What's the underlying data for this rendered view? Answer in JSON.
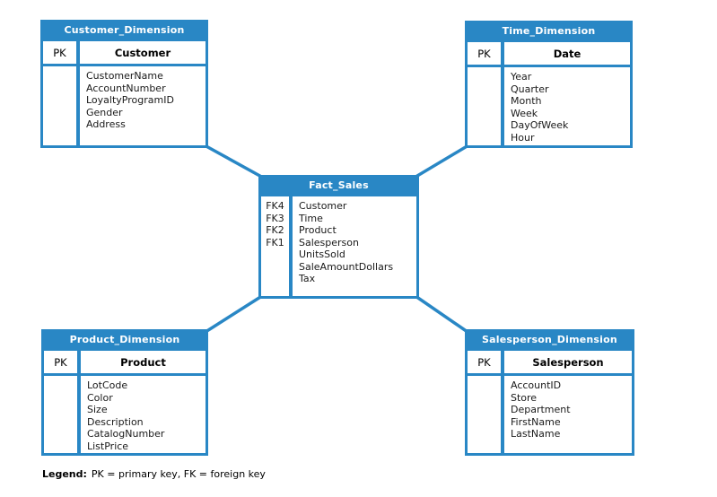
{
  "diagram": {
    "colors": {
      "accent": "#2987C5",
      "text": "#1A1A1A",
      "background": "#FFFFFF"
    },
    "tables": {
      "customer": {
        "title": "Customer_Dimension",
        "pk_label": "PK",
        "key_name": "Customer",
        "attributes": [
          "CustomerName",
          "AccountNumber",
          "LoyaltyProgramID",
          "Gender",
          "Address"
        ]
      },
      "time": {
        "title": "Time_Dimension",
        "pk_label": "PK",
        "key_name": "Date",
        "attributes": [
          "Year",
          "Quarter",
          "Month",
          "Week",
          "DayOfWeek",
          "Hour"
        ]
      },
      "fact": {
        "title": "Fact_Sales",
        "fk_labels": [
          "FK4",
          "FK3",
          "FK2",
          "FK1"
        ],
        "attributes": [
          "Customer",
          "Time",
          "Product",
          "Salesperson",
          "UnitsSold",
          "SaleAmountDollars",
          "Tax"
        ]
      },
      "product": {
        "title": "Product_Dimension",
        "pk_label": "PK",
        "key_name": "Product",
        "attributes": [
          "LotCode",
          "Color",
          "Size",
          "Description",
          "CatalogNumber",
          "ListPrice"
        ]
      },
      "salesperson": {
        "title": "Salesperson_Dimension",
        "pk_label": "PK",
        "key_name": "Salesperson",
        "attributes": [
          "AccountID",
          "Store",
          "Department",
          "FirstName",
          "LastName"
        ]
      }
    },
    "legend": {
      "label": "Legend:",
      "text": "PK = primary key, FK = foreign key"
    }
  }
}
